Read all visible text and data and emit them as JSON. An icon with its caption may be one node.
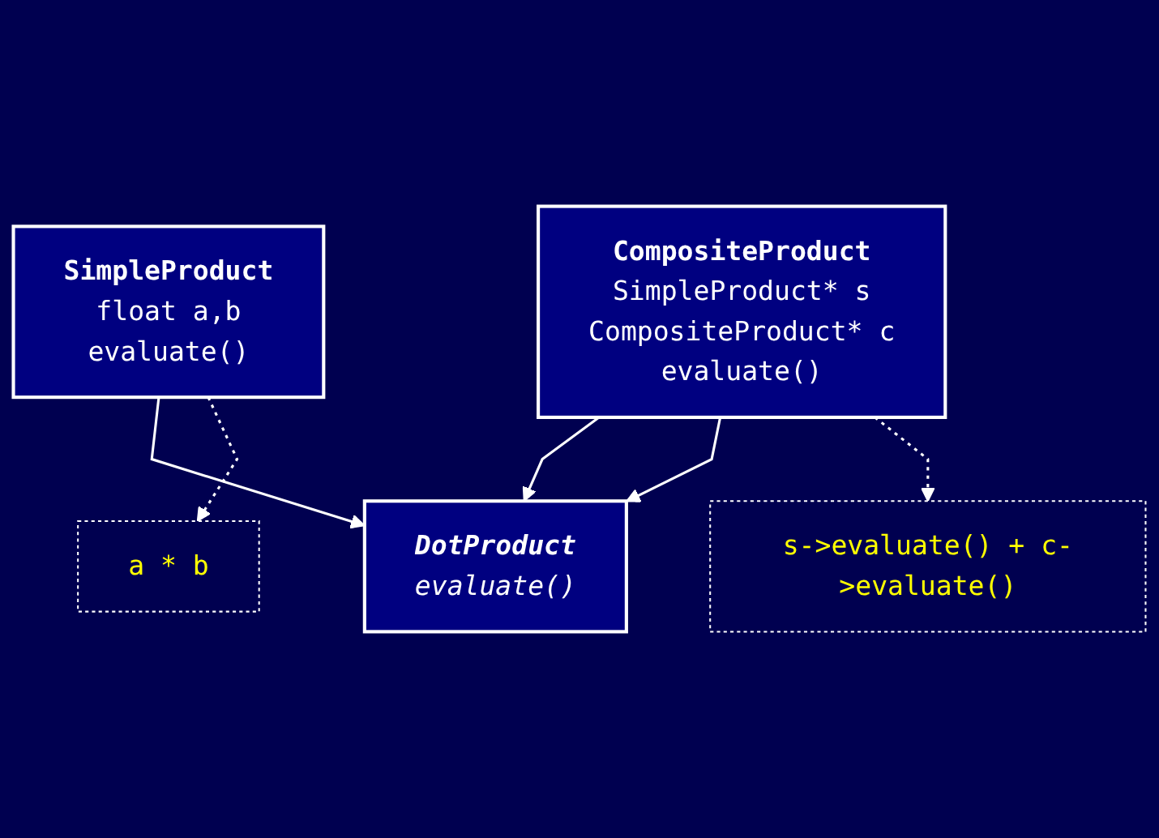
{
  "diagram": {
    "nodes": [
      {
        "text": [
          "DotProduct",
          "evaluate()"
        ]
      },
      {
        "text": [
          "SimpleProduct",
          "float a,b",
          "evaluate()"
        ]
      },
      {
        "text": [
          "CompositeProduct",
          "SimpleProduct* s",
          "CompositeProduct* c",
          "evaluate()"
        ]
      },
      {
        "text": [
          "a * b"
        ]
      },
      {
        "text": [
          "s->evaluate() + c->evaluate()"
        ]
      }
    ],
    "edges": [
      {
        "from": 1,
        "to": 0,
        "arrow": "to"
      },
      {
        "from": 2,
        "to": 0,
        "arrow": "to"
      },
      {
        "from": 2,
        "to": 0,
        "arrow": "to"
      },
      {
        "from": 1,
        "to": 3,
        "arrow": "to",
        "style": "dashed"
      },
      {
        "from": 2,
        "to": 4,
        "arrow": "to",
        "style": "dashed"
      }
    ]
  }
}
